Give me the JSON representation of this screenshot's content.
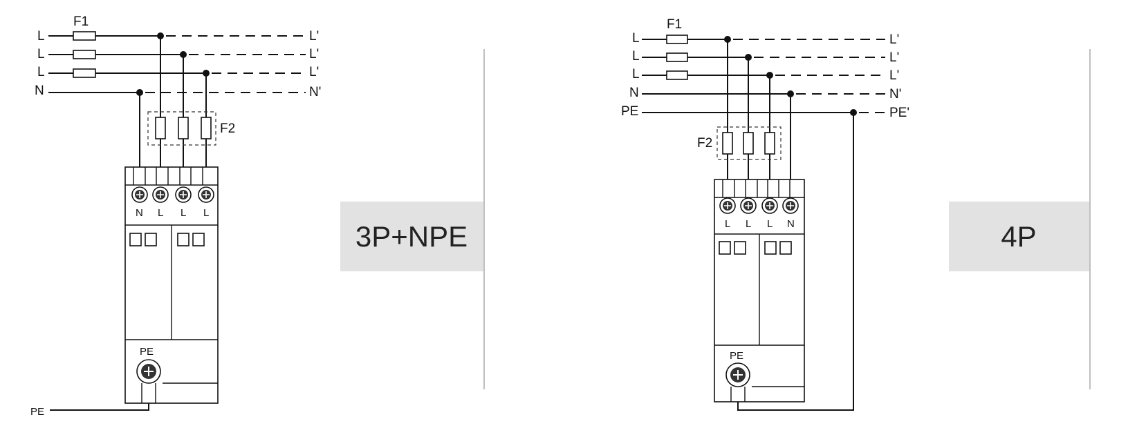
{
  "colors": {
    "line": "#111111",
    "tag_bg": "#e2e2e2",
    "divider": "#bfbfbf",
    "background": "#ffffff"
  },
  "left": {
    "label": "3P+NPE",
    "fuse1": "F1",
    "fuse2": "F2",
    "inputs": [
      "L",
      "L",
      "L",
      "N"
    ],
    "outputs": [
      "L'",
      "L'",
      "L'",
      "N'"
    ],
    "terminals": [
      "N",
      "L",
      "L",
      "L"
    ],
    "pe_module": "PE",
    "pe_wire": "PE"
  },
  "right": {
    "label": "4P",
    "fuse1": "F1",
    "fuse2": "F2",
    "inputs": [
      "L",
      "L",
      "L",
      "N",
      "PE"
    ],
    "outputs": [
      "L'",
      "L'",
      "L'",
      "N'",
      "PE'"
    ],
    "terminals": [
      "L",
      "L",
      "L",
      "N"
    ],
    "pe_module": "PE"
  }
}
